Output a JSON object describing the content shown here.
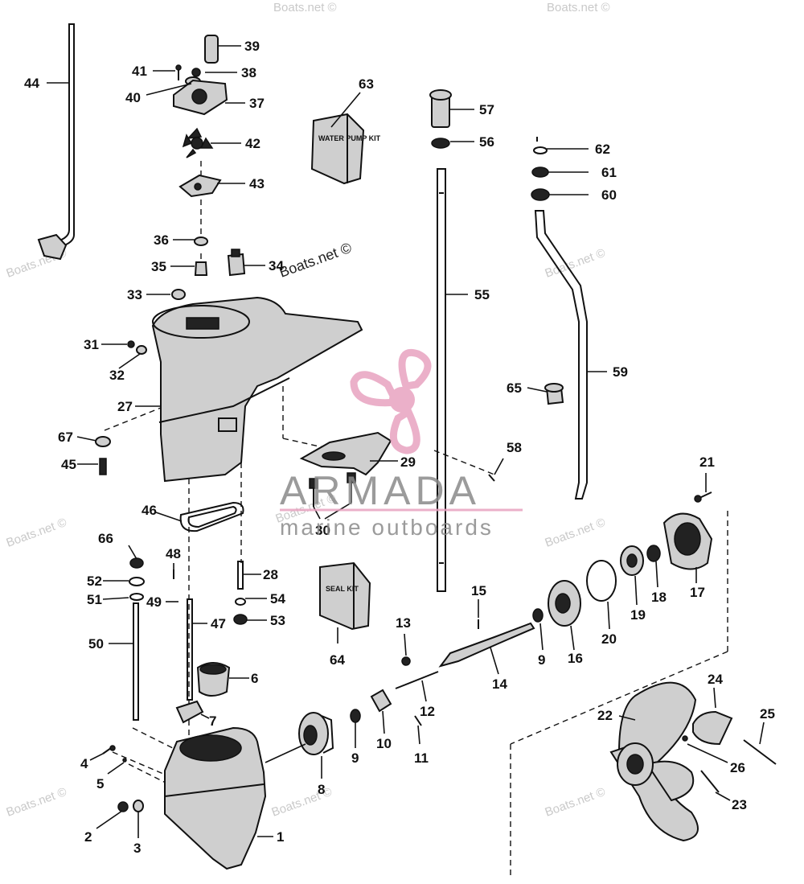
{
  "watermarks": {
    "site": "Boats.net ©",
    "brand_name": "ARMADA",
    "brand_tagline": "marine outboards"
  },
  "part_numbers": [
    "1",
    "2",
    "3",
    "4",
    "5",
    "6",
    "7",
    "8",
    "9",
    "9",
    "10",
    "11",
    "12",
    "13",
    "14",
    "15",
    "16",
    "17",
    "18",
    "19",
    "20",
    "21",
    "22",
    "23",
    "24",
    "25",
    "26",
    "27",
    "28",
    "29",
    "30",
    "31",
    "32",
    "33",
    "34",
    "35",
    "36",
    "37",
    "38",
    "39",
    "40",
    "41",
    "42",
    "43",
    "44",
    "45",
    "46",
    "47",
    "48",
    "49",
    "50",
    "51",
    "52",
    "53",
    "54",
    "55",
    "56",
    "57",
    "58",
    "59",
    "60",
    "61",
    "62",
    "63",
    "64",
    "65",
    "66",
    "67"
  ],
  "kit_boxes": {
    "box_63": "WATER PUMP KIT",
    "box_64": "SEAL KIT"
  },
  "colors": {
    "line": "#111111",
    "brand_pink": "#e8a3c0",
    "brand_grey": "#8a8a8a",
    "watermark": "#c9c9c9"
  }
}
